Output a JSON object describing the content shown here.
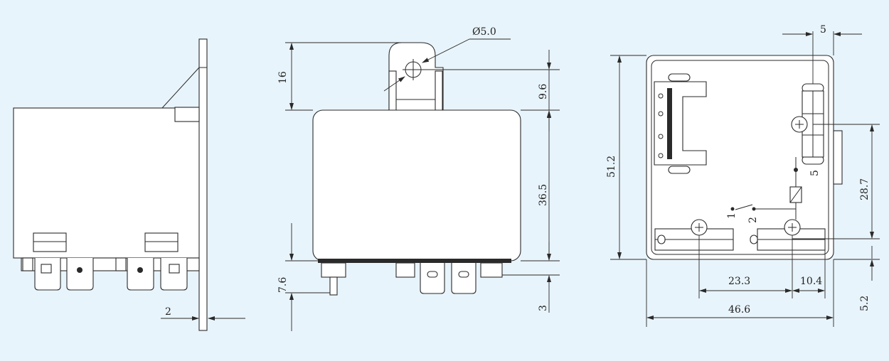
{
  "colors": {
    "background": "#e8f4fb",
    "line": "#2a2a2a",
    "body": "#ffffff"
  },
  "side_view": {
    "dim_thickness": "2"
  },
  "front_view": {
    "dim_hole": "Ø5.0",
    "dim_bracket_height": "16",
    "dim_hole_center": "9.6",
    "dim_body_height": "36.5",
    "dim_pin_length": "7.6",
    "dim_terminal_length": "3"
  },
  "bottom_view": {
    "dim_top_gap": "5",
    "dim_height": "51.2",
    "dim_terminal_offset": "28.7",
    "dim_terminal_spacing": "23.3",
    "dim_edge_offset": "10.4",
    "dim_width": "46.6",
    "dim_bottom_offset": "5.2",
    "terminal_label_1": "1",
    "terminal_label_2": "2",
    "terminal_label_5": "5"
  }
}
